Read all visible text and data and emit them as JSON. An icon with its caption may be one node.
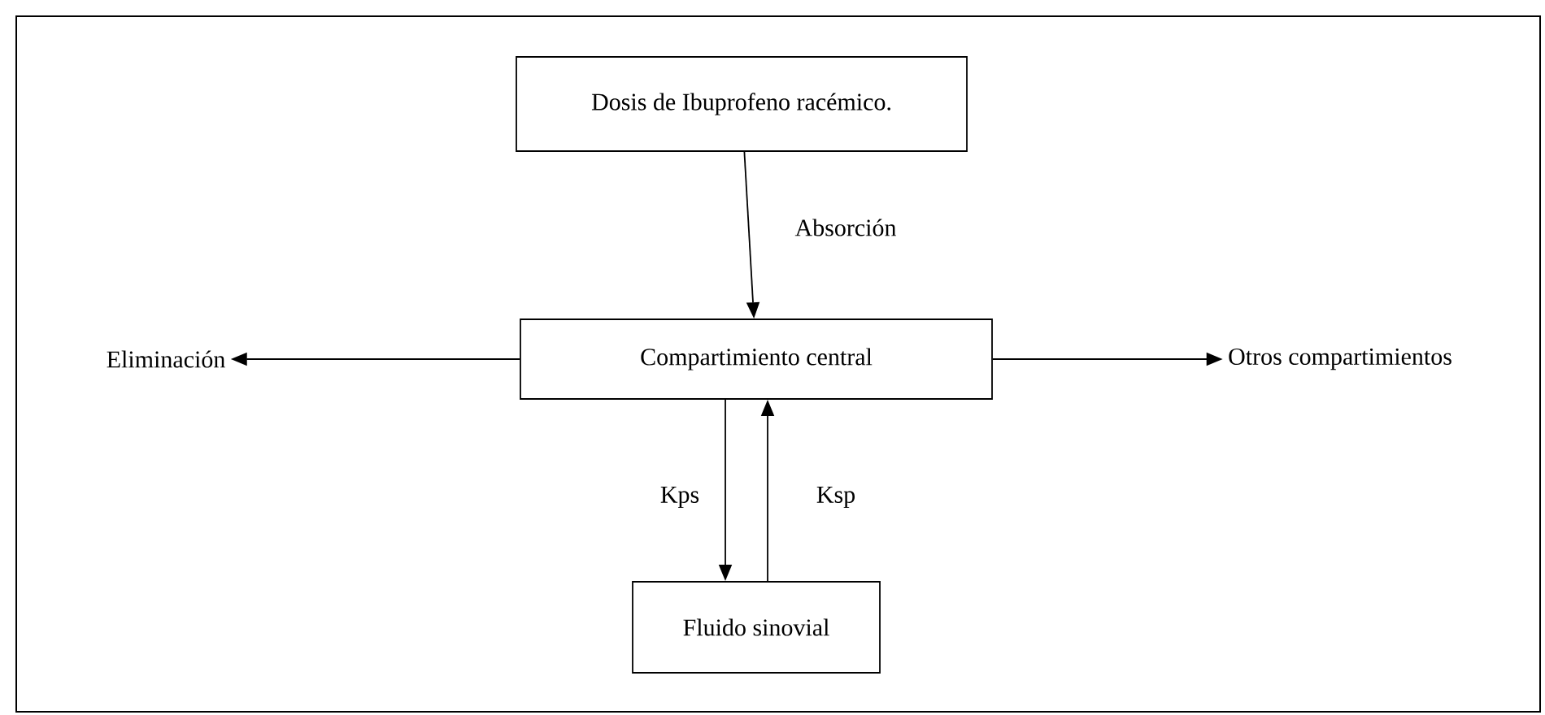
{
  "diagram": {
    "nodes": [
      {
        "text": [
          "Dosis de Ibuprofeno racémico."
        ]
      },
      {
        "text": [
          "Compartimiento central"
        ]
      },
      {
        "text": [
          "Eliminación"
        ]
      },
      {
        "text": [
          "Otros compartimientos"
        ]
      },
      {
        "text": [
          "Fluido sinovial"
        ]
      }
    ],
    "edges": [
      {
        "from": 0,
        "to": 1,
        "arrow": "to",
        "label": "Absorción"
      },
      {
        "from": 1,
        "to": 2,
        "arrow": "to"
      },
      {
        "from": 1,
        "to": 3,
        "arrow": "to"
      },
      {
        "from": 1,
        "to": 4,
        "arrow": "to",
        "label": "Kps"
      },
      {
        "from": 4,
        "to": 1,
        "arrow": "to",
        "label": "Ksp"
      }
    ]
  }
}
